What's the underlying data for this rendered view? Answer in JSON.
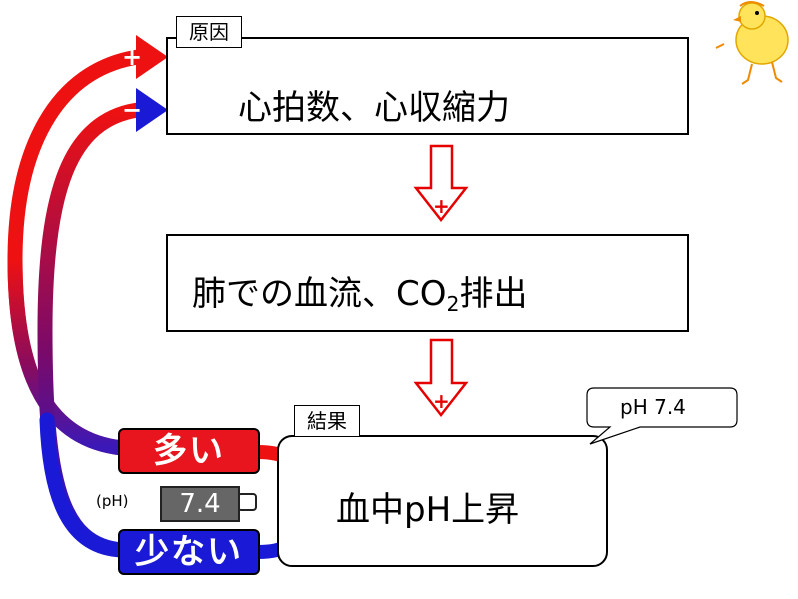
{
  "cause": {
    "tag": "原因",
    "label": "心拍数、心収縮力",
    "plus_sign": "+",
    "minus_sign": "−"
  },
  "middle": {
    "label_prefix": "肺での血流、CO",
    "label_sub": "2",
    "label_suffix": "排出"
  },
  "arrows": {
    "down_sign": "+"
  },
  "result": {
    "tag": "結果",
    "label": "血中pH上昇"
  },
  "callout": {
    "text": "pH 7.4"
  },
  "indicators": {
    "high_label": "多い",
    "low_label": "少ない",
    "unit_label": "(pH)",
    "gauge_value": "7.4"
  },
  "colors": {
    "high": "#e8141e",
    "low": "#1a1ad6",
    "outline_arrow": "#e60000",
    "gauge": "#666666"
  }
}
